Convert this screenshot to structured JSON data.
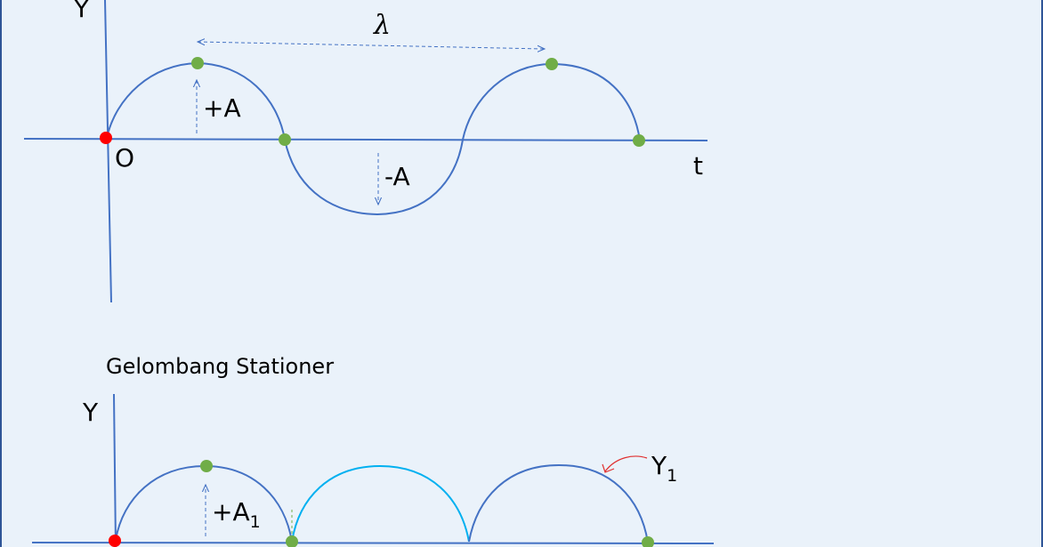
{
  "top_diagram": {
    "y_axis_label": "Y",
    "x_axis_label": "t",
    "origin_label": "O",
    "wavelength_label": "λ",
    "positive_amplitude_label": "+A",
    "negative_amplitude_label": "-A"
  },
  "bottom_diagram": {
    "title": "Gelombang Stationer",
    "y_axis_label": "Y",
    "amplitude_label": "+A",
    "amplitude_subscript": "1",
    "curve_label": "Y",
    "curve_label_subscript": "1"
  },
  "colors": {
    "background": "#EAF2FA",
    "axis": "#4472C4",
    "wave": "#4472C4",
    "wave_light": "#00B0F0",
    "origin_point": "#FF0000",
    "marker_point": "#70AD47",
    "annotation_arrow": "#E03030"
  }
}
